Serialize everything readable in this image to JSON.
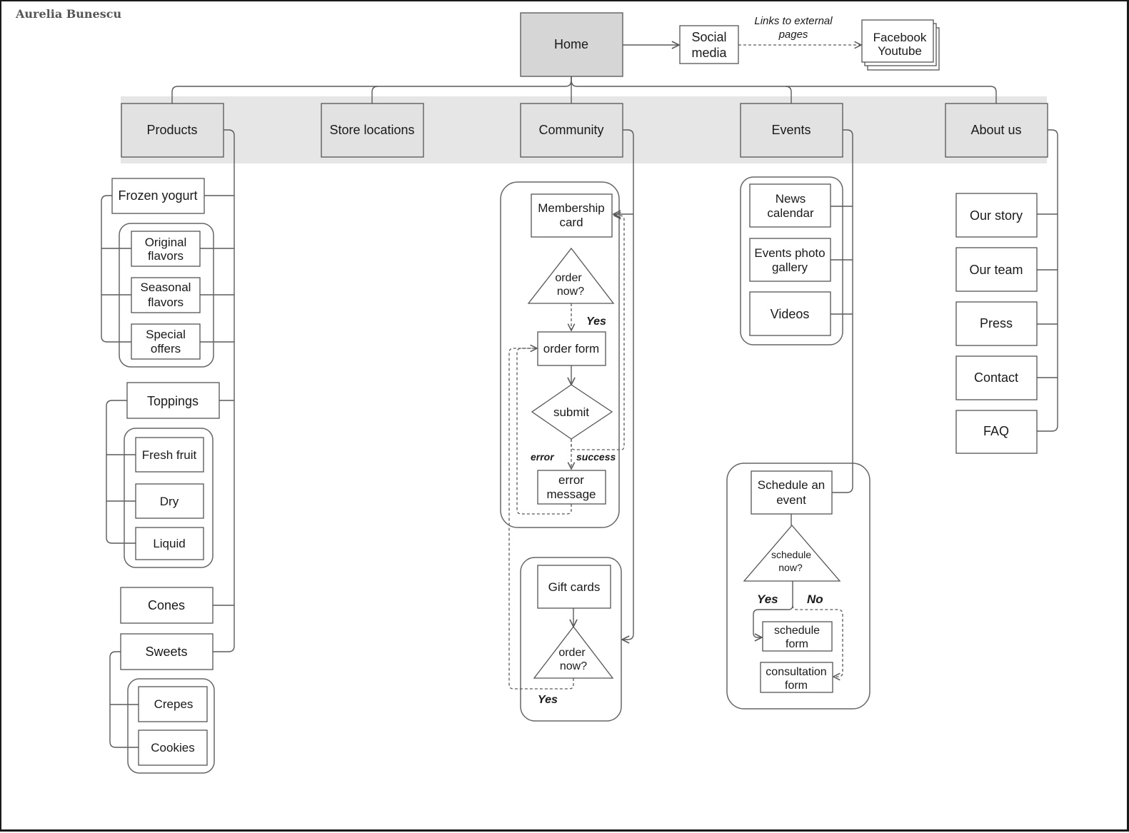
{
  "author": "Aurelia Bunescu",
  "home": "Home",
  "social": [
    "Social",
    "media"
  ],
  "external_note": [
    "Links to external",
    "pages"
  ],
  "external_pages": [
    "Facebook",
    "Youtube"
  ],
  "nav": [
    "Products",
    "Store locations",
    "Community",
    "Events",
    "About us"
  ],
  "products": {
    "frozen_yogurt": "Frozen yogurt",
    "original": [
      "Original",
      "flavors"
    ],
    "seasonal": [
      "Seasonal",
      "flavors"
    ],
    "special": [
      "Special",
      "offers"
    ],
    "toppings": "Toppings",
    "fresh_fruit": "Fresh fruit",
    "dry": "Dry",
    "liquid": "Liquid",
    "cones": "Cones",
    "sweets": "Sweets",
    "crepes": "Crepes",
    "cookies": "Cookies"
  },
  "community": {
    "membership": [
      "Membership",
      "card"
    ],
    "order_now": [
      "order",
      "now?"
    ],
    "yes": "Yes",
    "order_form": "order form",
    "submit": "submit",
    "error": "error",
    "success": "success",
    "error_message": [
      "error",
      "message"
    ],
    "gift_cards": "Gift cards",
    "order_now_2": [
      "order",
      "now?"
    ],
    "yes_2": "Yes"
  },
  "events": {
    "news": [
      "News",
      "calendar"
    ],
    "photo": [
      "Events photo",
      "gallery"
    ],
    "videos": "Videos",
    "schedule_event": [
      "Schedule an",
      "event"
    ],
    "schedule_now": [
      "schedule",
      "now?"
    ],
    "yes": "Yes",
    "no": "No",
    "schedule_form": [
      "schedule",
      "form"
    ],
    "consultation_form": [
      "consultation",
      "form"
    ]
  },
  "about": [
    "Our story",
    "Our team",
    "Press",
    "Contact",
    "FAQ"
  ]
}
